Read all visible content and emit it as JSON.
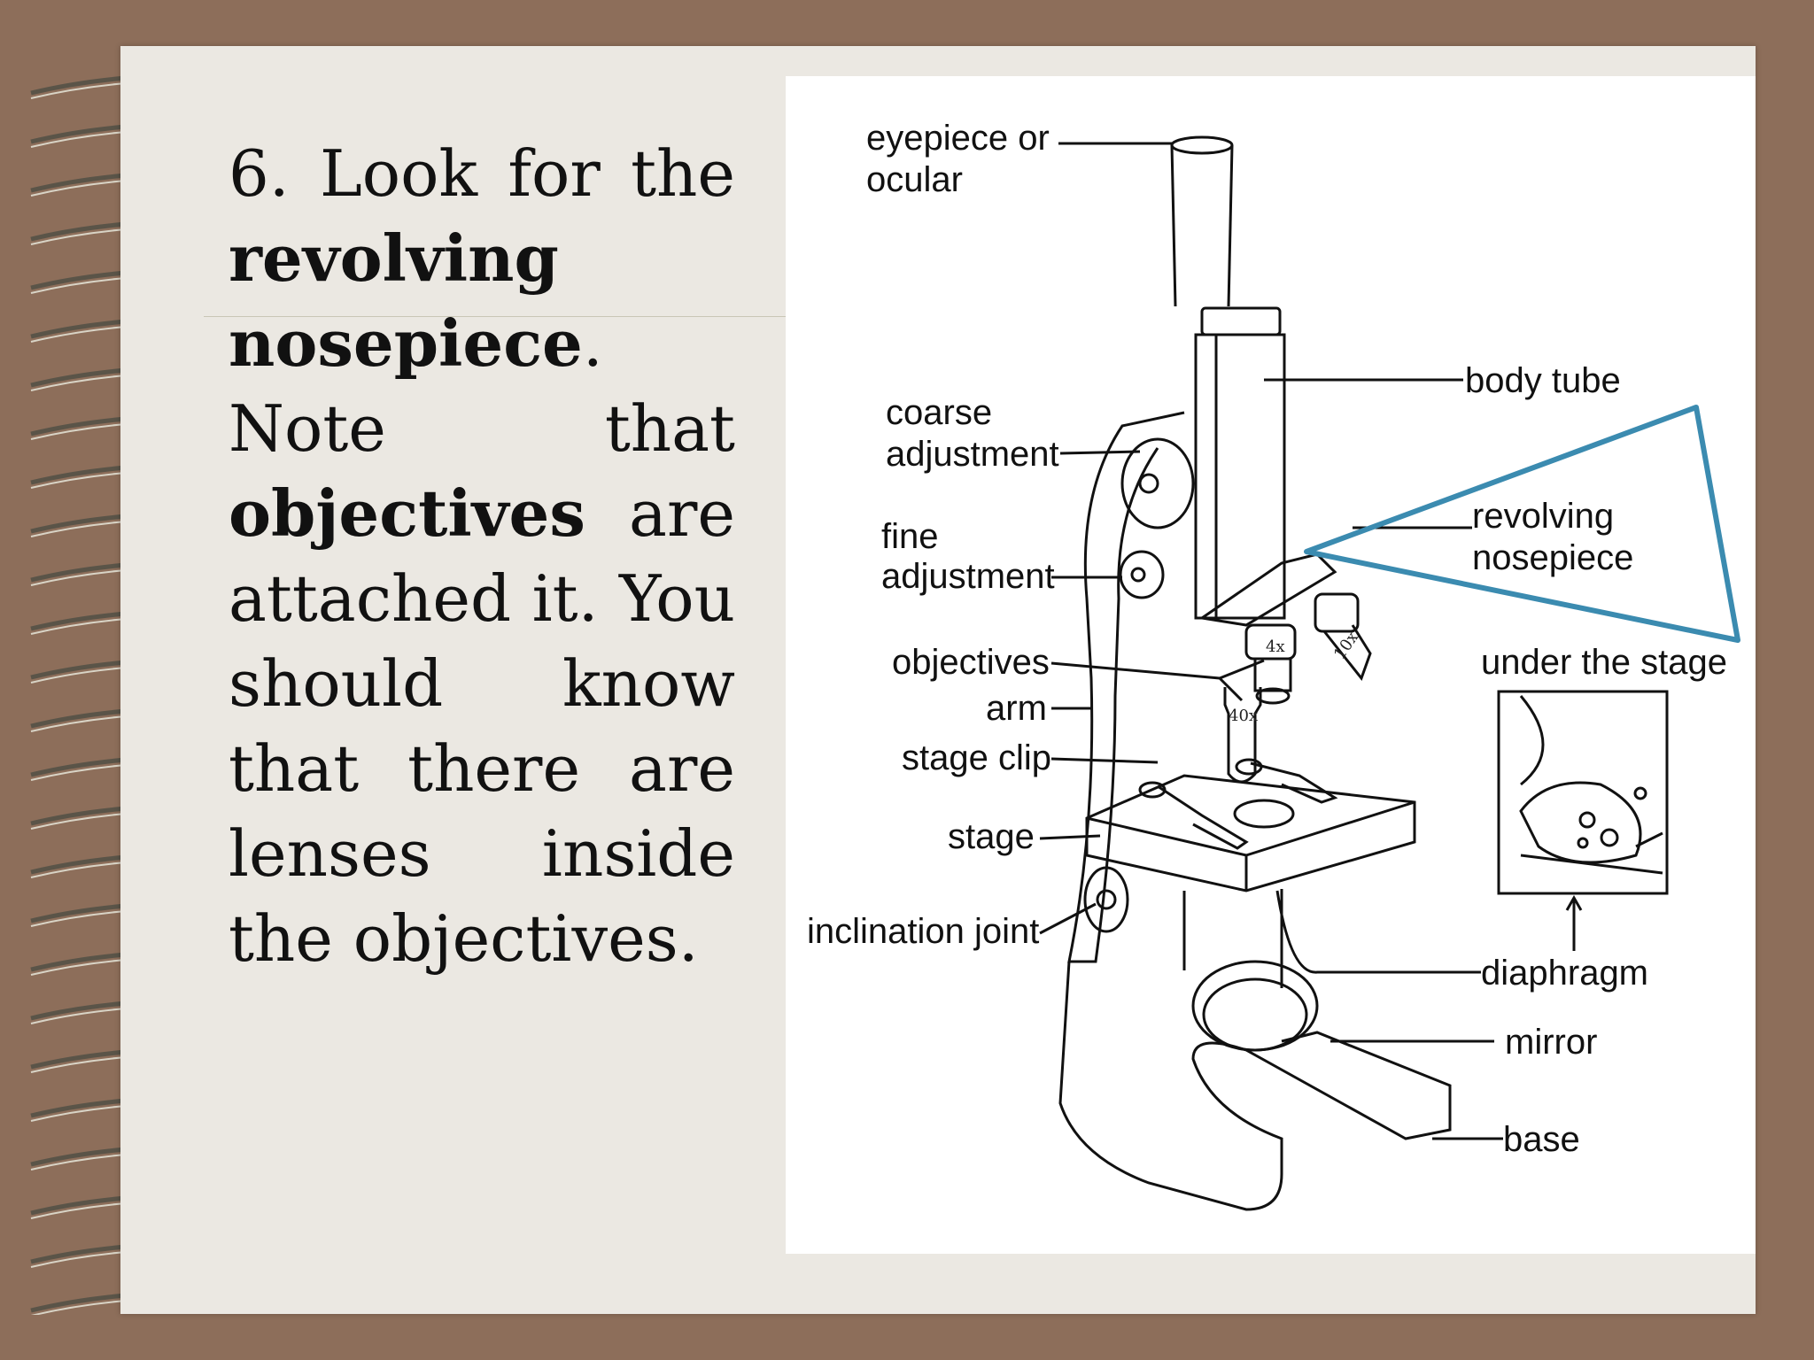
{
  "slide": {
    "segments": [
      {
        "text": "6. Look for the ",
        "bold": false
      },
      {
        "text": "revolving nosepiece",
        "bold": true
      },
      {
        "text": ". Note that ",
        "bold": false
      },
      {
        "text": "objectives",
        "bold": true
      },
      {
        "text": " are attached it. You should know that there are lenses inside the objectives.",
        "bold": false
      }
    ]
  },
  "diagram": {
    "labels": {
      "eyepiece": "eyepiece or",
      "eyepiece2": "ocular",
      "coarse": "coarse",
      "coarse2": "adjustment",
      "fine": "fine",
      "fine2": "adjustment",
      "objectives": "objectives",
      "arm": "arm",
      "stage_clip": "stage clip",
      "stage": "stage",
      "inclination": "inclination joint",
      "body_tube": "body tube",
      "nosepiece": "revolving",
      "nosepiece2": "nosepiece",
      "under_stage": "under the stage",
      "diaphragm": "diaphragm",
      "mirror": "mirror",
      "base": "base"
    },
    "objective_marks": [
      "4x",
      "10x",
      "40x"
    ],
    "highlight_color": "#3b8bb0"
  }
}
